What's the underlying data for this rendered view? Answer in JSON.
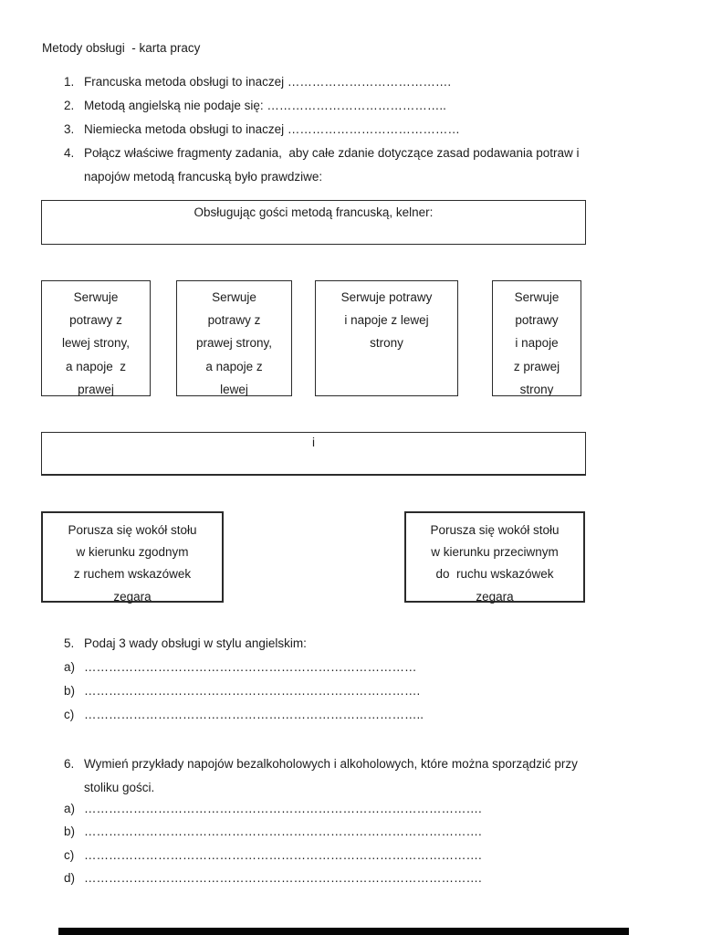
{
  "title": "Metody obsługi  - karta pracy",
  "questions": {
    "q1": {
      "num": "1.",
      "text": "Francuska metoda obsługi to inaczej …………………………………."
    },
    "q2": {
      "num": "2.",
      "text": "Metodą angielską nie podaje się: …………………………………….."
    },
    "q3": {
      "num": "3.",
      "text": "Niemiecka metoda obsługi to inaczej ……………………………………"
    },
    "q4": {
      "num": "4.",
      "line1": "Połącz właściwe fragmenty zadania,  aby całe zdanie dotyczące zasad podawania potraw i",
      "line2": "napojów metodą francuską było prawdziwe:"
    },
    "q5": {
      "num": "5.",
      "text": "Podaj 3 wady obsługi w stylu angielskim:",
      "items": [
        {
          "label": "a)",
          "dots": "………………………………………………………………………"
        },
        {
          "label": "b)",
          "dots": "………………………………………………………………………."
        },
        {
          "label": "c)",
          "dots": "……………………………………………………………………….."
        }
      ]
    },
    "q6": {
      "num": "6.",
      "line1": "Wymień przykłady napojów bezalkoholowych i alkoholowych, które można sporządzić przy",
      "line2": "stoliku gości.",
      "items": [
        {
          "label": "a)",
          "dots": "……………………………………………………………………………………."
        },
        {
          "label": "b)",
          "dots": "……………………………………………………………………………………."
        },
        {
          "label": "c)",
          "dots": "……………………………………………………………………………………."
        },
        {
          "label": "d)",
          "dots": "……………………………………………………………………………………."
        }
      ]
    }
  },
  "match": {
    "header": "Obsługując gości metodą francuską, kelner:",
    "connector": "i",
    "row1": [
      {
        "lines": [
          "Serwuje",
          "potrawy z",
          "lewej strony,",
          "a napoje  z",
          "prawej"
        ]
      },
      {
        "lines": [
          "Serwuje",
          "potrawy z",
          "prawej strony,",
          "a napoje z",
          "lewej"
        ]
      },
      {
        "lines": [
          "Serwuje potrawy",
          "i napoje z lewej",
          "strony"
        ]
      },
      {
        "lines": [
          "Serwuje",
          "potrawy",
          "i napoje",
          "z prawej",
          "strony"
        ]
      }
    ],
    "row2": [
      {
        "lines": [
          "Porusza się wokół stołu",
          "w kierunku zgodnym",
          "z ruchem wskazówek",
          "zegara"
        ]
      },
      {
        "lines": [
          "Porusza się wokół stołu",
          "w kierunku przeciwnym",
          "do  ruchu wskazówek",
          "zegara"
        ]
      }
    ]
  }
}
